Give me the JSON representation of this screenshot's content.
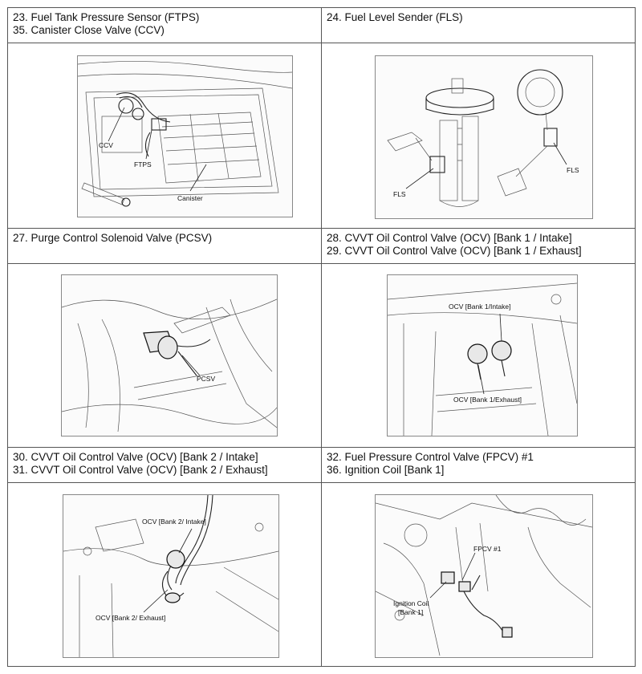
{
  "cells": [
    {
      "lines": [
        "23. Fuel Tank Pressure Sensor (FTPS)",
        "35. Canister Close Valve (CCV)"
      ],
      "callouts": [
        "CCV",
        "FTPS",
        "Canister"
      ]
    },
    {
      "lines": [
        "24. Fuel Level Sender (FLS)"
      ],
      "callouts": [
        "FLS",
        "FLS"
      ]
    },
    {
      "lines": [
        "27. Purge Control Solenoid Valve (PCSV)"
      ],
      "callouts": [
        "PCSV"
      ]
    },
    {
      "lines": [
        "28. CVVT Oil Control Valve (OCV) [Bank 1 / Intake]",
        "29. CVVT Oil Control Valve (OCV) [Bank 1 / Exhaust]"
      ],
      "callouts": [
        "OCV [Bank 1/Intake]",
        "OCV [Bank 1/Exhaust]"
      ]
    },
    {
      "lines": [
        "30. CVVT Oil Control Valve (OCV) [Bank 2 / Intake]",
        "31. CVVT Oil Control Valve (OCV) [Bank 2 / Exhaust]"
      ],
      "callouts": [
        "OCV [Bank 2/ Intake]",
        "OCV [Bank 2/ Exhaust]"
      ]
    },
    {
      "lines": [
        "32. Fuel Pressure Control Valve (FPCV) #1",
        "36. Ignition Coil [Bank 1]"
      ],
      "callouts": [
        "FPCV #1",
        "Ignition Coil",
        "[Bank 1]"
      ]
    }
  ]
}
